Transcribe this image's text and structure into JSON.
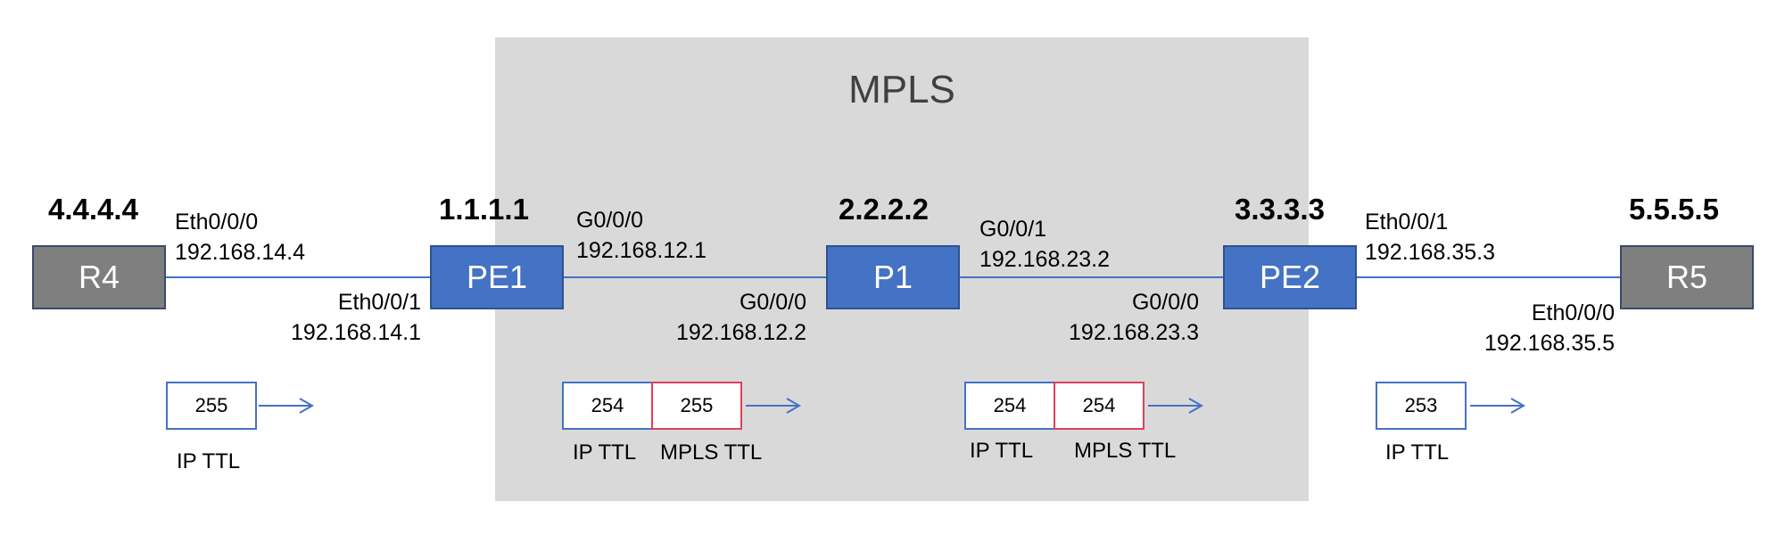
{
  "region": {
    "title": "MPLS"
  },
  "nodes": {
    "r4": {
      "label": "R4",
      "router_id": "4.4.4.4"
    },
    "pe1": {
      "label": "PE1",
      "router_id": "1.1.1.1"
    },
    "p1": {
      "label": "P1",
      "router_id": "2.2.2.2"
    },
    "pe2": {
      "label": "PE2",
      "router_id": "3.3.3.3"
    },
    "r5": {
      "label": "R5",
      "router_id": "5.5.5.5"
    }
  },
  "interfaces": {
    "r4_e000": {
      "name": "Eth0/0/0",
      "ip": "192.168.14.4"
    },
    "pe1_e001": {
      "name": "Eth0/0/1",
      "ip": "192.168.14.1"
    },
    "pe1_g000": {
      "name": "G0/0/0",
      "ip": "192.168.12.1"
    },
    "p1_g000": {
      "name": "G0/0/0",
      "ip": "192.168.12.2"
    },
    "p1_g001": {
      "name": "G0/0/1",
      "ip": "192.168.23.2"
    },
    "pe2_g000": {
      "name": "G0/0/0",
      "ip": "192.168.23.3"
    },
    "pe2_e001": {
      "name": "Eth0/0/1",
      "ip": "192.168.35.3"
    },
    "r5_e000": {
      "name": "Eth0/0/0",
      "ip": "192.168.35.5"
    }
  },
  "ttl": {
    "hop1": {
      "ip_ttl": "255",
      "ip_label": "IP TTL"
    },
    "hop2": {
      "ip_ttl": "254",
      "mpls_ttl": "255",
      "ip_label": "IP TTL",
      "mpls_label": "MPLS TTL"
    },
    "hop3": {
      "ip_ttl": "254",
      "mpls_ttl": "254",
      "ip_label": "IP TTL",
      "mpls_label": "MPLS TTL"
    },
    "hop4": {
      "ip_ttl": "253",
      "ip_label": "IP TTL"
    }
  },
  "colors": {
    "link": "#4472c4",
    "mpls_region": "#d9d9d9",
    "pe_router": "#4472c4",
    "ce_router": "#7f7f7f",
    "mpls_ttl_border": "#e0405a"
  }
}
